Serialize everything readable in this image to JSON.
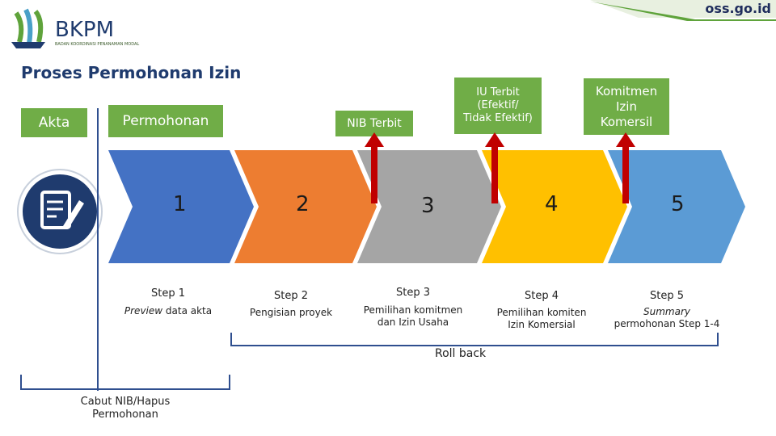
{
  "header": {
    "site_label": "oss.go.id",
    "logo_text": "BKPM",
    "logo_subtitle": "BADAN KOORDINASI PENANAMAN MODAL"
  },
  "page_title": "Proses Permohonan Izin",
  "labels": {
    "akta": "Akta",
    "permohonan": "Permohonan",
    "nib_terbit": "NIB Terbit",
    "iu_terbit": [
      "IU Terbit",
      "(Efektif/",
      "Tidak Efektif)"
    ],
    "komitmen_izin": [
      "Komitmen",
      "Izin",
      "Komersil"
    ]
  },
  "steps": [
    {
      "number": "1",
      "label": "Step 1",
      "desc_italic": "Preview",
      "desc": " data akta",
      "color": "#4472c4"
    },
    {
      "number": "2",
      "label": "Step 2",
      "desc_italic": "",
      "desc": "Pengisian proyek",
      "color": "#ed7d31"
    },
    {
      "number": "3",
      "label": "Step 3",
      "desc_italic": "",
      "desc": "Pemilihan komitmen dan Izin Usaha",
      "color": "#a5a5a5"
    },
    {
      "number": "4",
      "label": "Step 4",
      "desc_italic": "",
      "desc": "Pemilihan komiten Izin Komersial",
      "color": "#ffc000"
    },
    {
      "number": "5",
      "label": "Step 5",
      "desc_italic": "Summary",
      "desc": "permohonan Step 1-4",
      "color": "#5b9bd5"
    }
  ],
  "rollback_label": "Roll back",
  "cabut_label": [
    "Cabut NIB/Hapus",
    "Permohonan"
  ],
  "colors": {
    "green": "#70ad47",
    "arrow_red": "#c00000",
    "bracket_blue": "#2f4f8f",
    "icon_circle": "#1f3b6e"
  }
}
